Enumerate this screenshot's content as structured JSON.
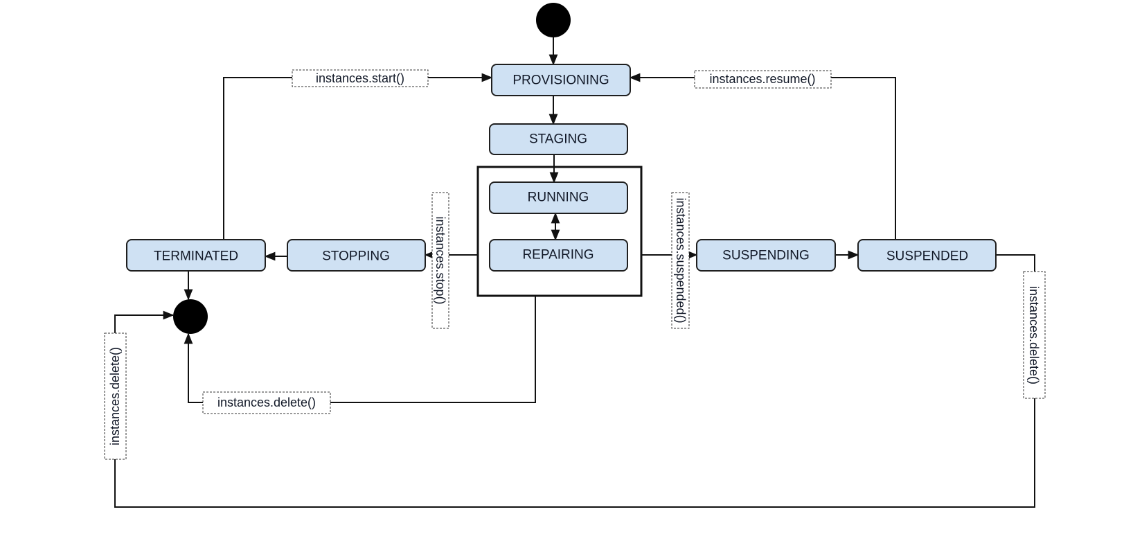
{
  "diagram": {
    "states": {
      "provisioning": "PROVISIONING",
      "staging": "STAGING",
      "running": "RUNNING",
      "repairing": "REPAIRING",
      "terminated": "TERMINATED",
      "stopping": "STOPPING",
      "suspending": "SUSPENDING",
      "suspended": "SUSPENDED"
    },
    "transitions": {
      "start": "instances.start()",
      "resume": "instances.resume()",
      "stop": "instances.stop()",
      "suspend": "instances.suspended()",
      "delete_bottom": "instances.delete()",
      "delete_left": "instances.delete()",
      "delete_right": "instances.delete()"
    },
    "colors": {
      "state_fill": "#cfe1f3",
      "stroke": "#111111"
    }
  }
}
